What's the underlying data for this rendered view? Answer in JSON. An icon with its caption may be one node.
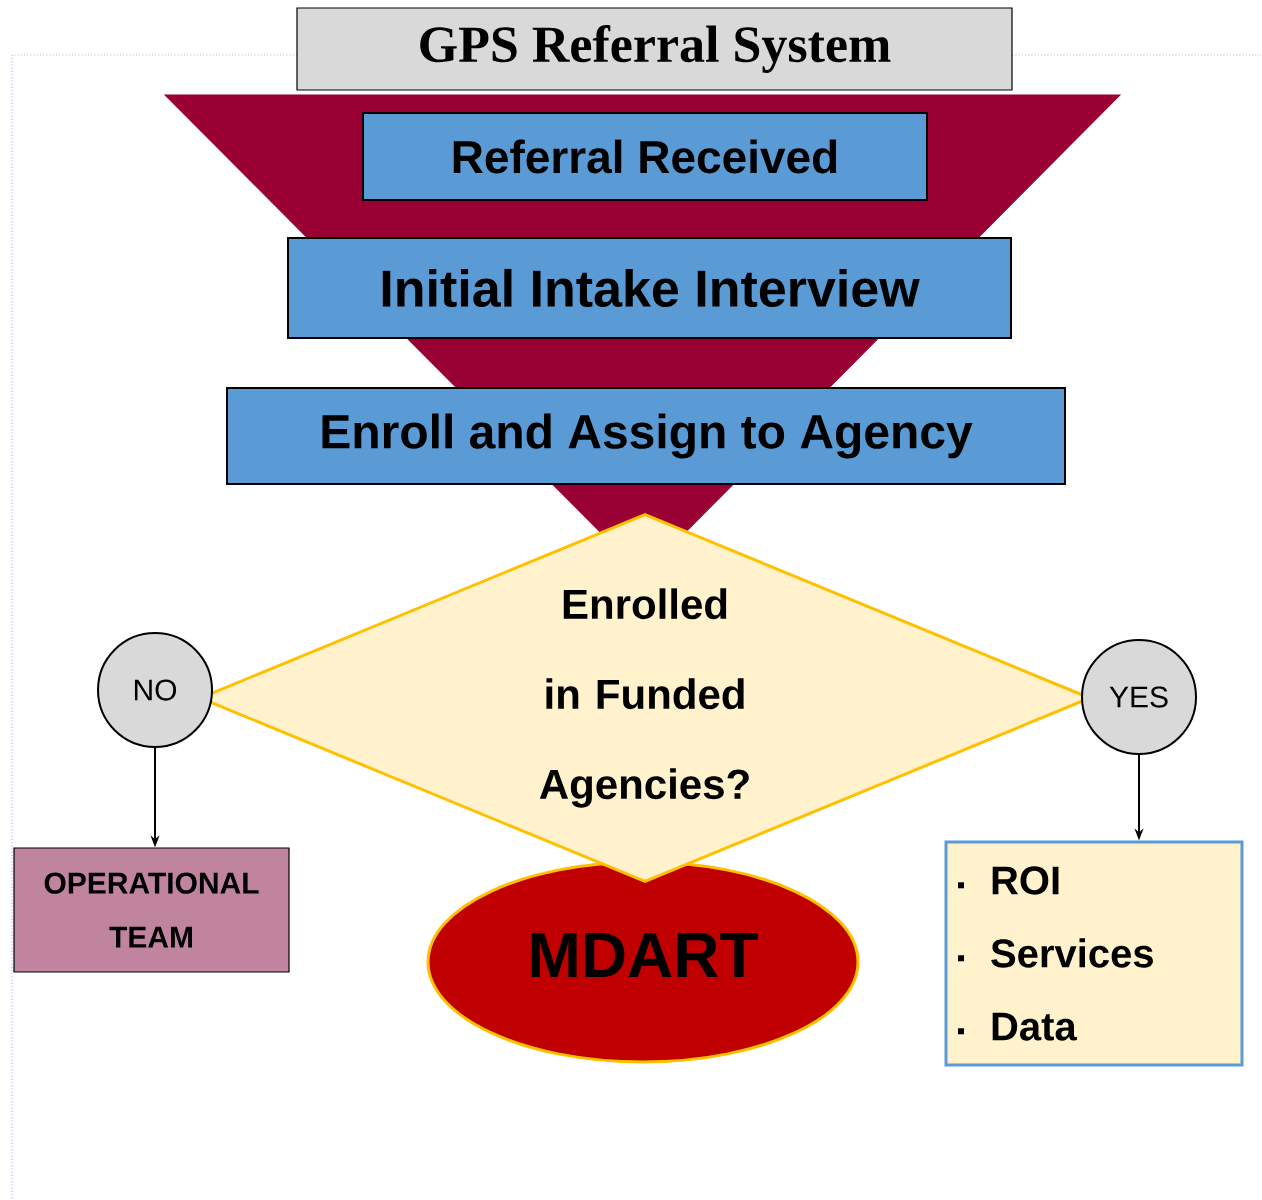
{
  "diagram": {
    "title": "GPS Referral System",
    "nodes": [
      {
        "text": [
          "Referral Received"
        ]
      },
      {
        "text": [
          "Initial Intake Interview"
        ]
      },
      {
        "text": [
          "Enroll and Assign to Agency"
        ]
      },
      {
        "text": [
          "Enrolled in Funded Agencies?"
        ]
      },
      {
        "text": [
          "NO"
        ]
      },
      {
        "text": [
          "YES"
        ]
      },
      {
        "text": [
          "OPERATIONAL TEAM"
        ]
      },
      {
        "text": [
          "MDART"
        ]
      },
      {
        "text": [
          "ROI",
          "Services",
          "Data"
        ]
      }
    ],
    "edges": [
      {
        "from": 4,
        "to": 6,
        "arrow": "to"
      },
      {
        "from": 5,
        "to": 8,
        "arrow": "to"
      }
    ]
  }
}
